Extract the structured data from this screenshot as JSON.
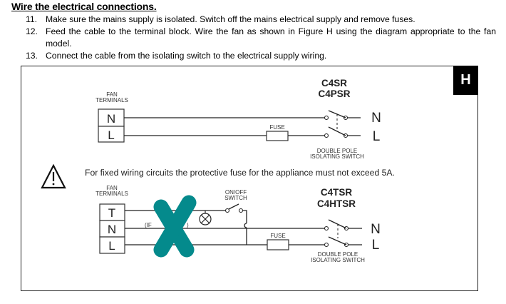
{
  "heading": "Wire the electrical connections.",
  "steps": [
    {
      "num": "11.",
      "text": "Make sure the mains supply is isolated. Switch off the mains electrical supply and remove fuses."
    },
    {
      "num": "12.",
      "text": "Feed the cable to the terminal block. Wire the fan as shown in Figure H using the diagram appropriate to the fan model."
    },
    {
      "num": "13.",
      "text": "Connect the cable from the isolating switch to the electrical supply wiring."
    }
  ],
  "figure": {
    "badge": "H",
    "diagram1": {
      "models_line1": "C4SR",
      "models_line2": "C4PSR",
      "terminals_label_1": "FAN",
      "terminals_label_2": "TERMINALS",
      "terminals": [
        "N",
        "L"
      ],
      "fuse_label": "FUSE",
      "switch_label_1": "DOUBLE POLE",
      "switch_label_2": "ISOLATING SWITCH",
      "supply_labels": [
        "N",
        "L"
      ]
    },
    "warning": {
      "icon": "warning-triangle-icon",
      "text": "For fixed wiring circuits the protective fuse for the appliance must not exceed 5A."
    },
    "diagram2": {
      "models_line1": "C4TSR",
      "models_line2": "C4HTSR",
      "terminals_label_1": "FAN",
      "terminals_label_2": "TERMINALS",
      "terminals": [
        "T",
        "N",
        "L"
      ],
      "onoff_label_1": "ON/OFF",
      "onoff_label_2": "SWITCH",
      "partial_label": "(IF",
      "partial_label_end": ")",
      "lamp_icon": "lamp-icon",
      "fuse_label": "FUSE",
      "switch_label_1": "DOUBLE POLE",
      "switch_label_2": "ISOLATING SWITCH",
      "supply_labels": [
        "N",
        "L"
      ]
    },
    "overlay_mark": {
      "icon": "cross-mark-icon",
      "color": "#048A8C"
    }
  }
}
